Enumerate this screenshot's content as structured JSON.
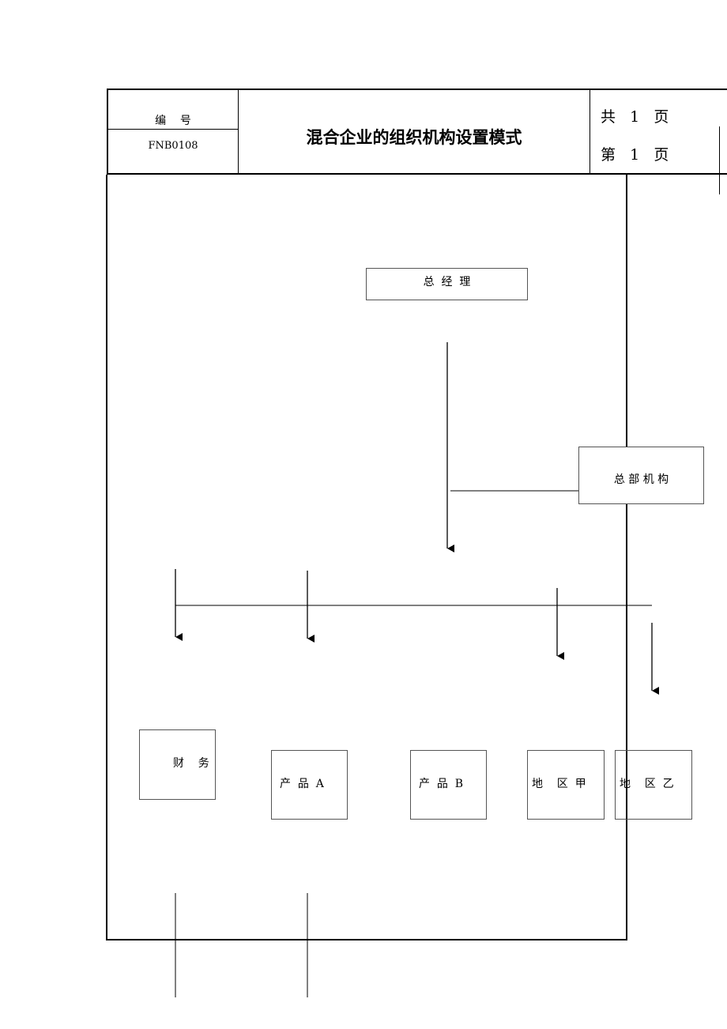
{
  "header": {
    "code_label": "编    号",
    "code_value": "FNB0108",
    "title": "混合企业的组织机构设置模式",
    "total_pages": "共   1   页",
    "page_no": "第   1   页"
  },
  "org_chart": {
    "top": "总  经  理",
    "hq": "总 部 机 构",
    "units": [
      "财    务",
      "产  品  A",
      "产  品  B",
      "地    区  甲",
      "地    区  乙"
    ]
  }
}
